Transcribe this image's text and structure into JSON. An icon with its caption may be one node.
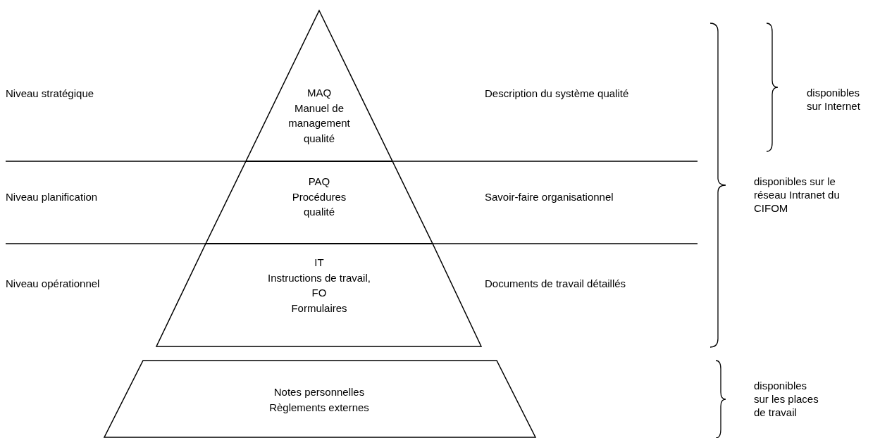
{
  "diagram": {
    "nodes": [
      {
        "text": [
          "MAQ",
          "Manuel de management qualité"
        ]
      },
      {
        "text": [
          "PAQ",
          "Procédures qualité"
        ]
      },
      {
        "text": [
          "IT",
          "Instructions de travail,",
          "FO",
          "Formulaires"
        ]
      },
      {
        "text": [
          "Notes personnelles",
          "Règlements externes"
        ]
      }
    ],
    "edges": [],
    "labels": [
      "Niveau stratégique",
      "Description du système qualité",
      "disponibles sur Internet",
      "Niveau planification",
      "Savoir-faire organisationnel",
      "disponibles sur le réseau Intranet du CIFOM",
      "Niveau opérationnel",
      "Documents de travail détaillés",
      "disponibles sur les places de travail"
    ]
  }
}
